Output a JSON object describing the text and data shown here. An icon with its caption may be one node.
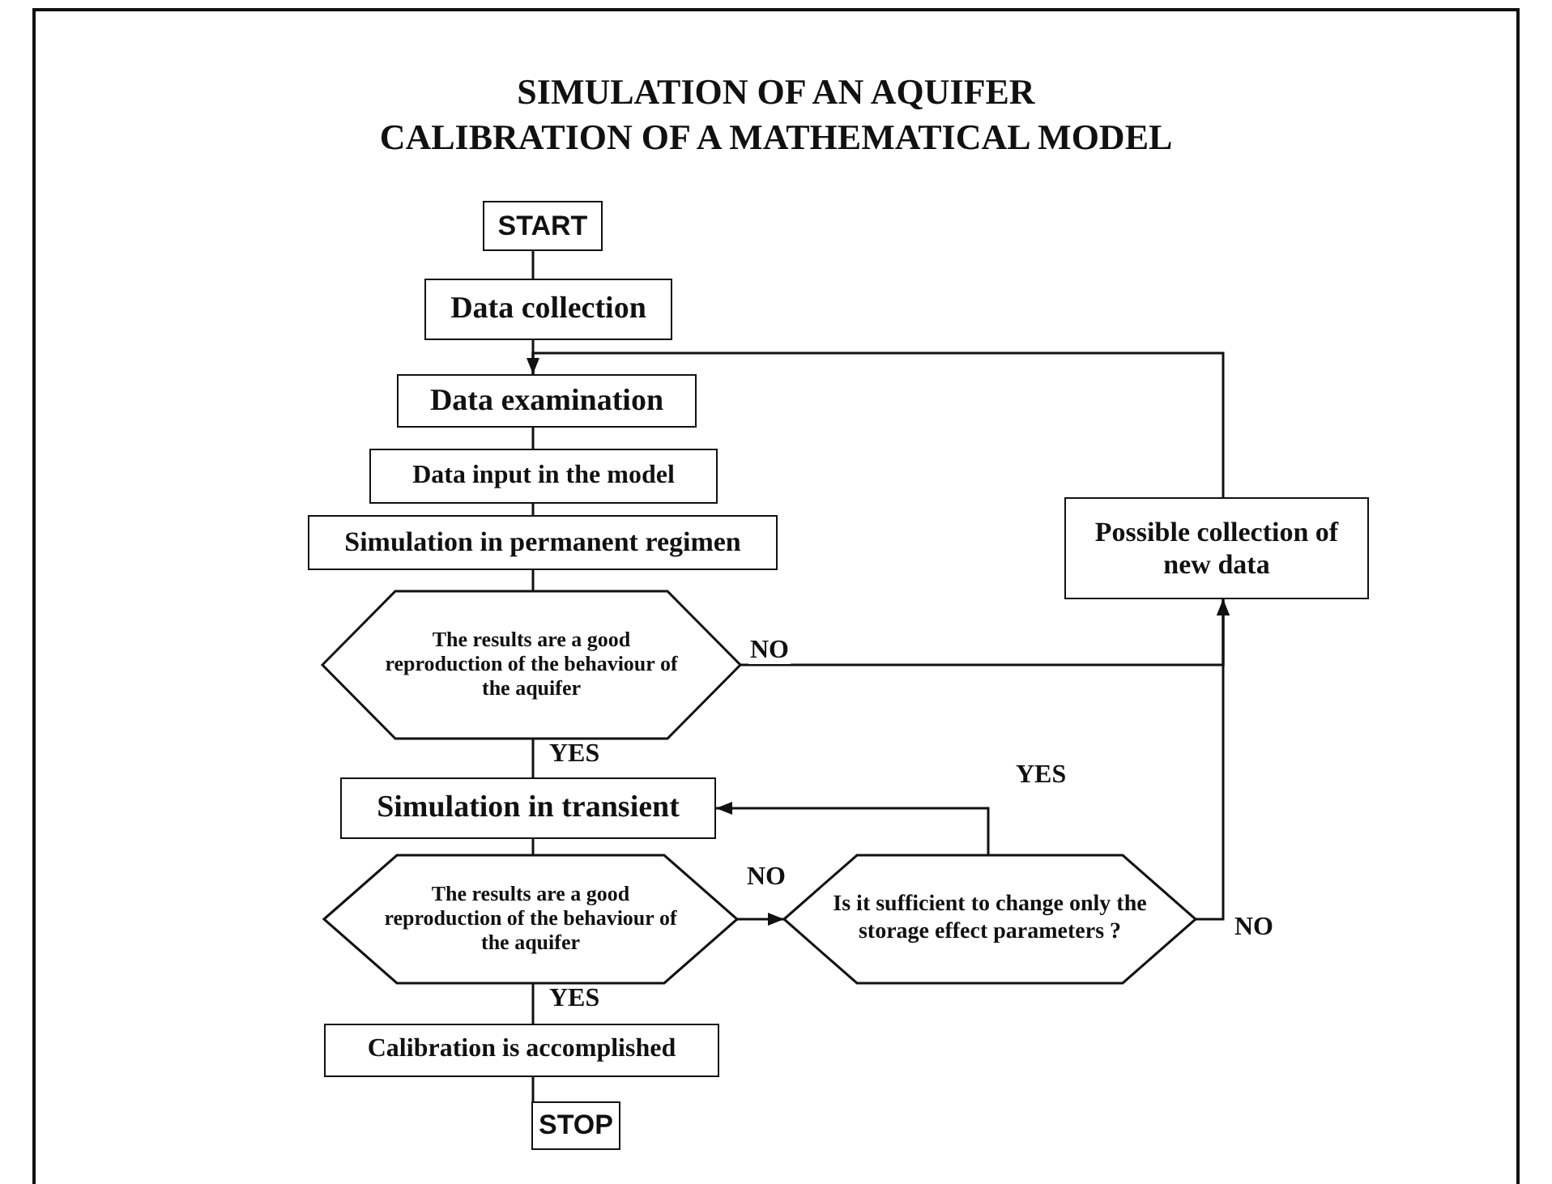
{
  "diagram": {
    "title": "SIMULATION OF AN AQUIFER",
    "nodes": [
      {
        "text": [
          "START"
        ]
      },
      {
        "text": [
          "Data collection"
        ]
      },
      {
        "text": [
          "Data examination"
        ]
      },
      {
        "text": [
          "Data input in the model"
        ]
      },
      {
        "text": [
          "Simulation in permanent regimen"
        ]
      },
      {
        "text": [
          "The results are a good reproduction of the behaviour of the aquifer"
        ]
      },
      {
        "text": [
          "Simulation in transient"
        ]
      },
      {
        "text": [
          "The results are a good reproduction of the behaviour of the aquifer"
        ]
      },
      {
        "text": [
          "Is it sufficient to change only the storage effect parameters ?"
        ]
      },
      {
        "text": [
          "Calibration is accomplished"
        ]
      },
      {
        "text": [
          "STOP"
        ]
      },
      {
        "text": [
          "Possible collection of new data"
        ]
      }
    ],
    "edges": [
      {
        "from": 0,
        "to": 1,
        "arrow": "none"
      },
      {
        "from": 1,
        "to": 2,
        "arrow": "none"
      },
      {
        "from": 2,
        "to": 3,
        "arrow": "none"
      },
      {
        "from": 3,
        "to": 4,
        "arrow": "none"
      },
      {
        "from": 4,
        "to": 5,
        "arrow": "none"
      },
      {
        "from": 5,
        "to": 6,
        "arrow": "none",
        "label": "YES"
      },
      {
        "from": 6,
        "to": 7,
        "arrow": "none"
      },
      {
        "from": 7,
        "to": 9,
        "arrow": "none",
        "label": "YES"
      },
      {
        "from": 9,
        "to": 10,
        "arrow": "none"
      },
      {
        "from": 7,
        "to": 8,
        "arrow": "to",
        "label": "NO"
      },
      {
        "from": 8,
        "to": 6,
        "arrow": "to",
        "label": "YES"
      },
      {
        "from": 5,
        "to": 11,
        "arrow": "to",
        "label": "NO"
      },
      {
        "from": 8,
        "to": 11,
        "arrow": "to",
        "label": "NO"
      },
      {
        "from": 11,
        "to": 2,
        "arrow": "to"
      }
    ],
    "labels": [
      "CALIBRATION OF A MATHEMATICAL MODEL"
    ]
  }
}
